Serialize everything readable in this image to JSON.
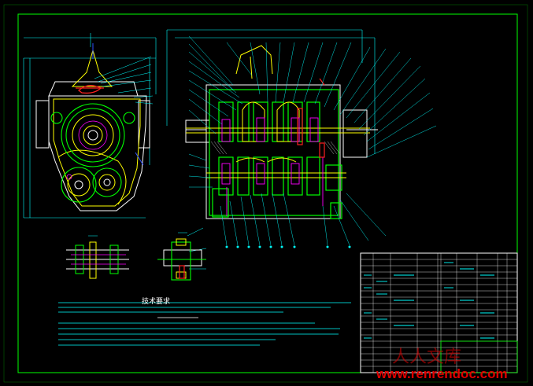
{
  "drawing": {
    "tech_title": "技术要求",
    "watermark_url": "www.renrendoc.com",
    "watermark_cn": "人人文库"
  },
  "colors": {
    "background": "#000000",
    "frame": "#00ff00",
    "dimension": "#00ffff",
    "outline": "#ffffff",
    "part_yellow": "#ffff00",
    "part_magenta": "#ff00ff",
    "hidden_red": "#ff2020",
    "accent_blue": "#3050ff",
    "watermark": "#e10000"
  }
}
